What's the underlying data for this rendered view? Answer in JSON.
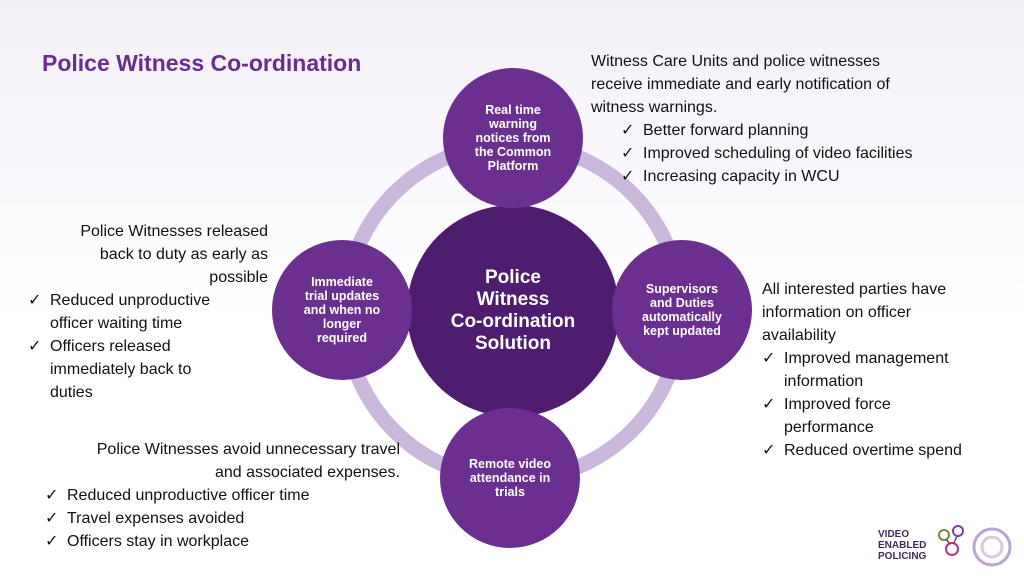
{
  "title": "Police Witness Co-ordination",
  "center_label": "Police\nWitness\nCo-ordination\nSolution",
  "bubbles": {
    "top": "Real time\nwarning\nnotices from\nthe Common\nPlatform",
    "right": "Supervisors\nand Duties\nautomatically\nkept updated",
    "bottom": "Remote video\nattendance in\ntrials",
    "left": "Immediate\ntrial updates\nand when no\nlonger\nrequired"
  },
  "blocks": {
    "top_right": {
      "intro": "Witness Care Units and police witnesses\nreceive immediate and early notification of\nwitness warnings.",
      "items": [
        "Better forward planning",
        "Improved scheduling of video facilities",
        "Increasing capacity in WCU"
      ]
    },
    "left": {
      "intro": "Police Witnesses released\nback to duty as early as\npossible",
      "items": [
        "Reduced unproductive\nofficer waiting time",
        "Officers released\nimmediately back to\nduties"
      ]
    },
    "right": {
      "intro": "All interested parties have\ninformation on officer\navailability",
      "items": [
        "Improved management\ninformation",
        "Improved force\nperformance",
        "Reduced overtime spend"
      ]
    },
    "bottom_left": {
      "intro": "Police Witnesses avoid unnecessary travel\nand associated expenses.",
      "items": [
        "Reduced unproductive officer time",
        "Travel expenses avoided",
        "Officers stay in workplace"
      ]
    }
  },
  "logo": {
    "text": "VIDEO\nENABLED\nPOLICING"
  }
}
